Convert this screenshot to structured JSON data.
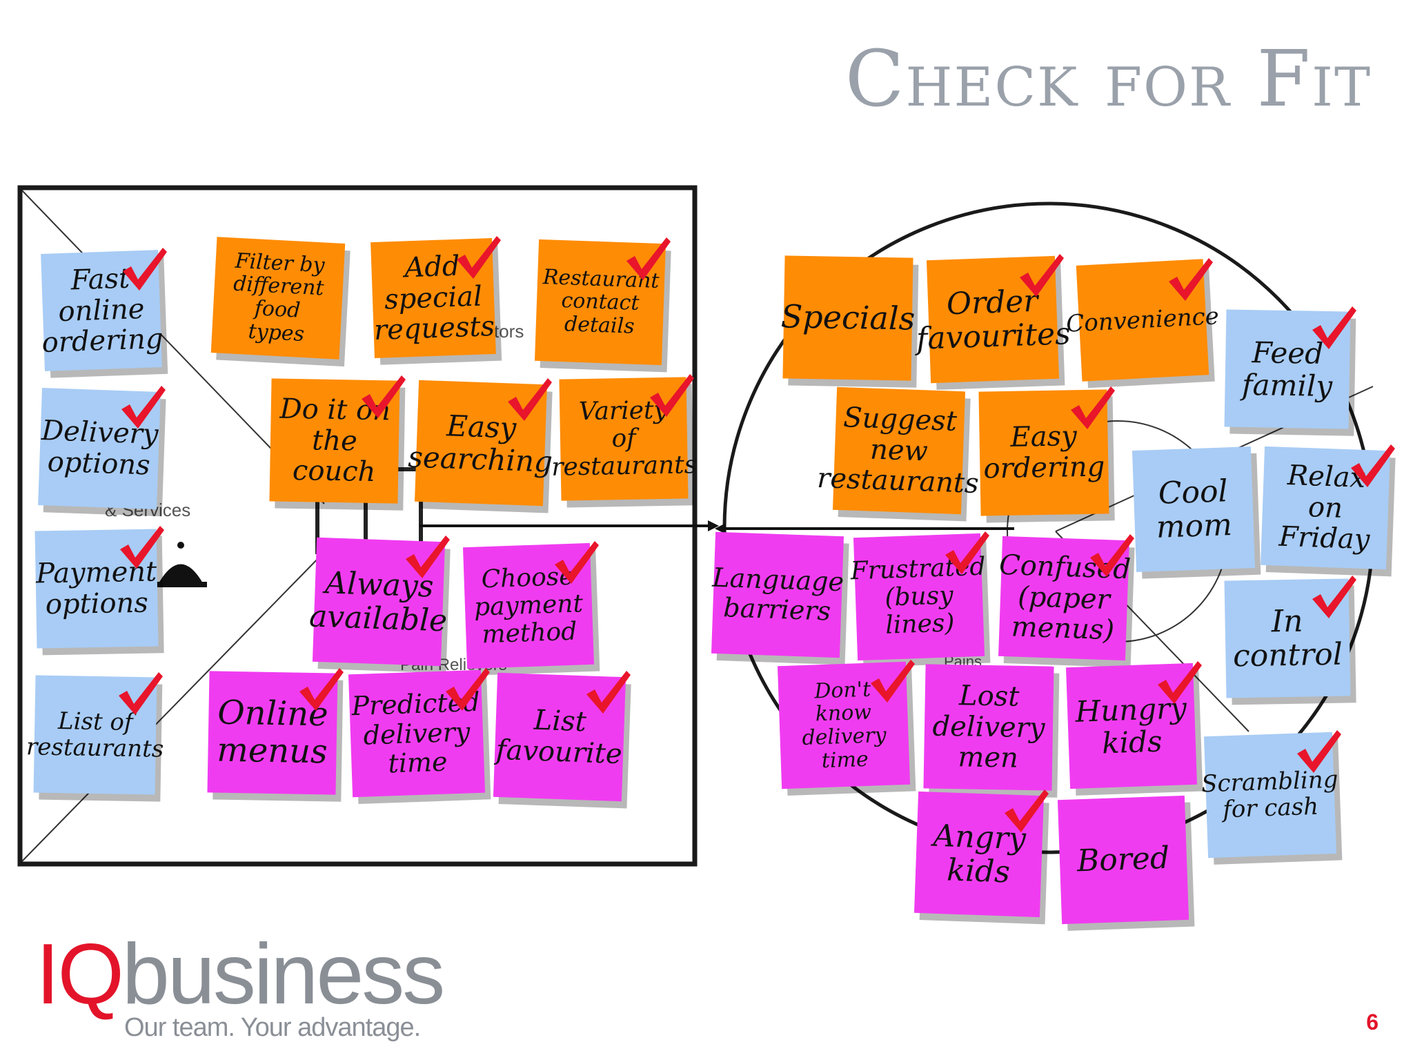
{
  "title": "Check for Fit",
  "background_labels": {
    "products_services": "ucts\n& Services",
    "gain_creators": "tors",
    "pain_relievers": "Pain Relievers",
    "pains": "Pains"
  },
  "value_map": {
    "products_services": [
      {
        "text": "Fast\nonline\nordering",
        "checked": true
      },
      {
        "text": "Delivery\noptions",
        "checked": true
      },
      {
        "text": "Payment\noptions",
        "checked": true
      },
      {
        "text": "List of\nrestaurants",
        "checked": true
      }
    ],
    "gain_creators": [
      {
        "text": "Filter by\ndifferent\nfood\ntypes",
        "checked": false
      },
      {
        "text": "Add\nspecial\nrequests",
        "checked": true
      },
      {
        "text": "Restaurant\ncontact\ndetails",
        "checked": true
      },
      {
        "text": "Do it on\nthe\ncouch",
        "checked": true
      },
      {
        "text": "Easy\nsearching",
        "checked": true
      },
      {
        "text": "Variety\nof\nrestaurants",
        "checked": true
      }
    ],
    "pain_relievers": [
      {
        "text": "Always\navailable",
        "checked": true
      },
      {
        "text": "Choose\npayment\nmethod",
        "checked": true
      },
      {
        "text": "Online\nmenus",
        "checked": true
      },
      {
        "text": "Predicted\ndelivery\ntime",
        "checked": true
      },
      {
        "text": "List\nfavourite",
        "checked": true
      }
    ]
  },
  "customer_profile": {
    "gains": [
      {
        "text": "Specials",
        "checked": false
      },
      {
        "text": "Order\nfavourites",
        "checked": true
      },
      {
        "text": "Convenience",
        "checked": true
      },
      {
        "text": "Suggest\nnew\nrestaurants",
        "checked": false
      },
      {
        "text": "Easy\nordering",
        "checked": true
      }
    ],
    "pains": [
      {
        "text": "Language\nbarriers",
        "checked": false
      },
      {
        "text": "Frustrated\n(busy\nlines)",
        "checked": true
      },
      {
        "text": "Confused\n(paper\nmenus)",
        "checked": true
      },
      {
        "text": "Don't\nknow\ndelivery\ntime",
        "checked": true
      },
      {
        "text": "Lost\ndelivery\nmen",
        "checked": false
      },
      {
        "text": "Hungry\nkids",
        "checked": true
      },
      {
        "text": "Angry\nkids",
        "checked": true
      },
      {
        "text": "Bored",
        "checked": false
      }
    ],
    "jobs": [
      {
        "text": "Feed\nfamily",
        "checked": true
      },
      {
        "text": "Cool\nmom",
        "checked": false
      },
      {
        "text": "Relax\non\nFriday",
        "checked": true
      },
      {
        "text": "In\ncontrol",
        "checked": true
      },
      {
        "text": "Scrambling\nfor cash",
        "checked": true
      }
    ]
  },
  "colors": {
    "orange": "#ff8c05",
    "pink": "#f03cf0",
    "blue": "#a8ccf5",
    "tick": "#e8152b",
    "brand_red": "#e3142a",
    "brand_grey": "#8a8f96"
  },
  "logo": {
    "iq": "IQ",
    "business": "business",
    "tagline": "Our team. Your advantage."
  },
  "page_number": "6"
}
